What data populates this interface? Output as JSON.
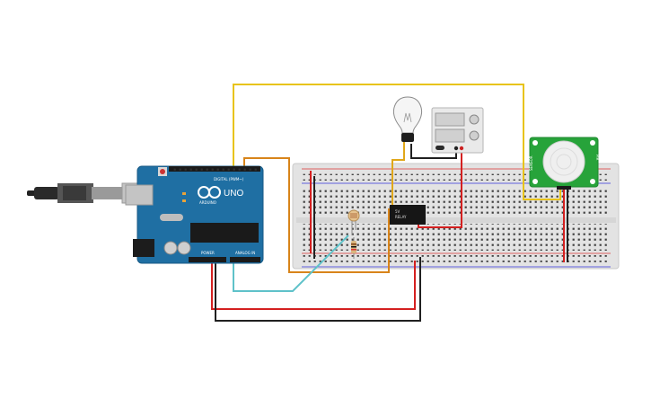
{
  "circuit": {
    "arduino": {
      "logo_text": "UNO",
      "brand_text": "ARDUINO",
      "digital_header_label": "DIGITAL (PWM~)",
      "power_header_label": "POWER",
      "analog_header_label": "ANALOG IN",
      "board_color": "#1f6fa3",
      "icon": "arduino-board"
    },
    "relay": {
      "label_line1": "5V",
      "label_line2": "RELAY",
      "icon": "relay-module"
    },
    "pir": {
      "label_left": "SENSOR",
      "label_right": "PIR",
      "board_color": "#27a33a",
      "icon": "pir-sensor"
    },
    "bulb": {
      "icon": "light-bulb"
    },
    "power_supply": {
      "icon": "dc-power-supply"
    },
    "ldr": {
      "icon": "photoresistor"
    },
    "resistor": {
      "icon": "resistor"
    },
    "usb": {
      "icon": "usb-cable"
    },
    "wire_colors": {
      "yellow": "#e8c31a",
      "orange": "#d8841a",
      "red": "#d42020",
      "black": "#202020",
      "teal": "#5fc2c9"
    }
  }
}
